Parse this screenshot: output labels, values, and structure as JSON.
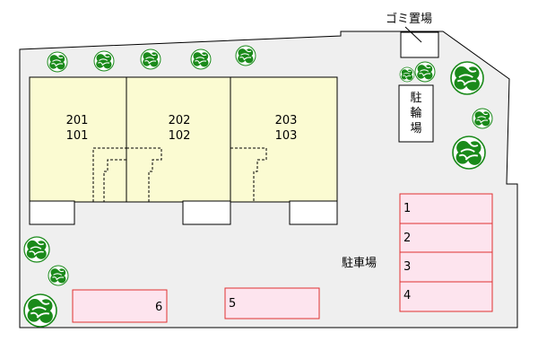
{
  "colors": {
    "lot": "#efefef",
    "building": "#fbfbd2",
    "parking": "#fde4ee",
    "parking_border": "#e03030",
    "tree": "#1a8a1a",
    "outline": "#000000"
  },
  "units": [
    {
      "upper": "201",
      "lower": "101"
    },
    {
      "upper": "202",
      "lower": "102"
    },
    {
      "upper": "203",
      "lower": "103"
    }
  ],
  "garbage_label": "ゴミ置場",
  "bicycle_label": [
    "駐",
    "輪",
    "場"
  ],
  "parking_label": "駐車場",
  "parking_spaces": [
    "1",
    "2",
    "3",
    "4",
    "5",
    "6"
  ],
  "icons": {
    "tree": "tree-icon"
  }
}
